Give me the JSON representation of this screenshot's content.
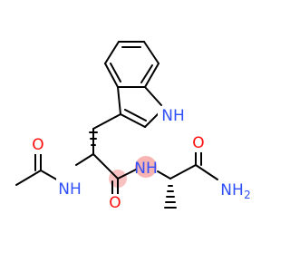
{
  "colors": {
    "bond": "#000000",
    "nitrogen": "#3050f8",
    "oxygen": "#ff0d0d",
    "highlight": "#f8b3b3",
    "background": "#ffffff"
  },
  "atom_labels": {
    "indole_nh": "NH",
    "acetyl_o": "O",
    "amide_nh_left": "NH",
    "amide_o": "O",
    "amide_nh_center": "NH",
    "terminal_o": "O",
    "terminal_nh2": "NH",
    "terminal_nh2_sub": "2"
  },
  "stereo": {
    "alpha_carbon_trp": "wedge-hashed",
    "alpha_carbon_ala": "wedge-hashed"
  },
  "highlight": {
    "atom": "amide_nh_center"
  }
}
